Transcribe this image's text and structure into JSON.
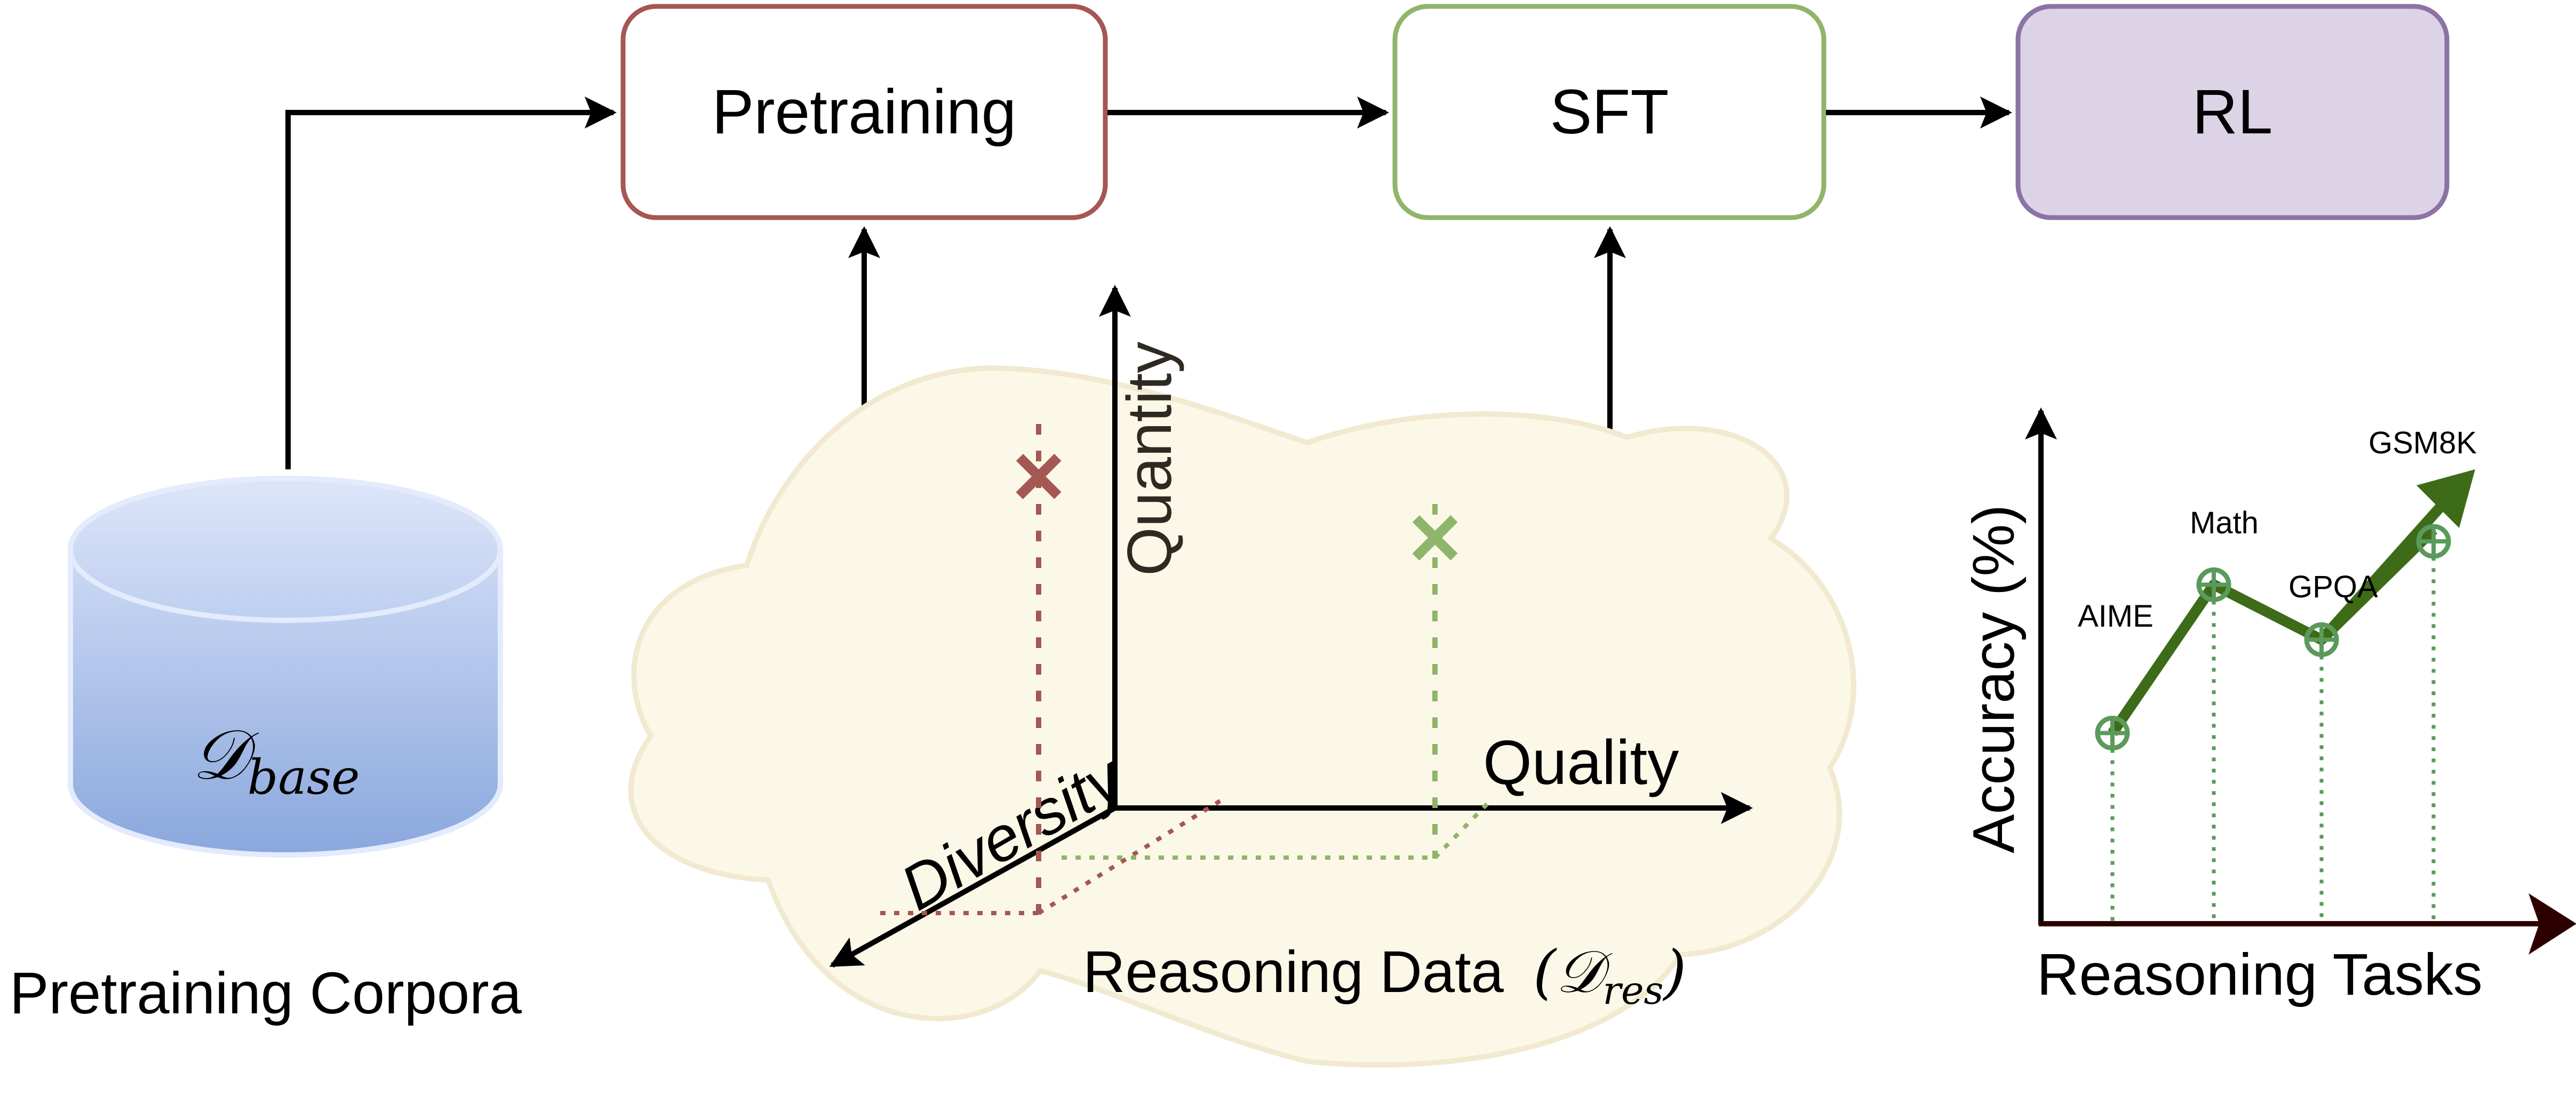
{
  "pipeline": {
    "stages": [
      {
        "id": "pretraining",
        "label": "Pretraining",
        "border": "#a55753",
        "fill": "#ffffff"
      },
      {
        "id": "sft",
        "label": "SFT",
        "border": "#8fb56a",
        "fill": "#ffffff"
      },
      {
        "id": "rl",
        "label": "RL",
        "border": "#8b74a4",
        "fill": "#ddd3e6"
      }
    ]
  },
  "corpora": {
    "symbol": "𝒟",
    "subscript": "base",
    "caption": "Pretraining Corpora",
    "fill_top": "#dde6fa",
    "fill_bottom": "#8aa7dd",
    "stroke": "#e3ebfc"
  },
  "reasoning_data": {
    "caption_text": "Reasoning Data",
    "symbol": "𝒟",
    "subscript": "res",
    "cloud_fill": "#fcf8e8",
    "cloud_stroke": "#f1ead0",
    "axes": {
      "quantity": "Quantity",
      "quality": "Quality",
      "diversity": "Diversity"
    },
    "markers": [
      {
        "id": "pretraining-point",
        "glyph": "×",
        "color": "#a55753"
      },
      {
        "id": "sft-point",
        "glyph": "×",
        "color": "#8fb56a"
      }
    ]
  },
  "accuracy_chart": {
    "ylabel": "Accuracy (%)",
    "xlabel": "Reasoning Tasks",
    "line_color": "#3e6b17",
    "marker_color": "#5a9a5a",
    "x_axis_color": "#2d0000"
  },
  "chart_data": {
    "type": "line",
    "title": "",
    "xlabel": "Reasoning Tasks",
    "ylabel": "Accuracy (%)",
    "categories": [
      "AIME",
      "Math",
      "GPQA",
      "GSM8K"
    ],
    "values": [
      0.35,
      0.62,
      0.52,
      0.72
    ],
    "value_units": "relative (no tick labels shown)",
    "ylim": [
      0,
      1
    ],
    "grid": false,
    "trend_arrow": true,
    "legend": "none"
  }
}
